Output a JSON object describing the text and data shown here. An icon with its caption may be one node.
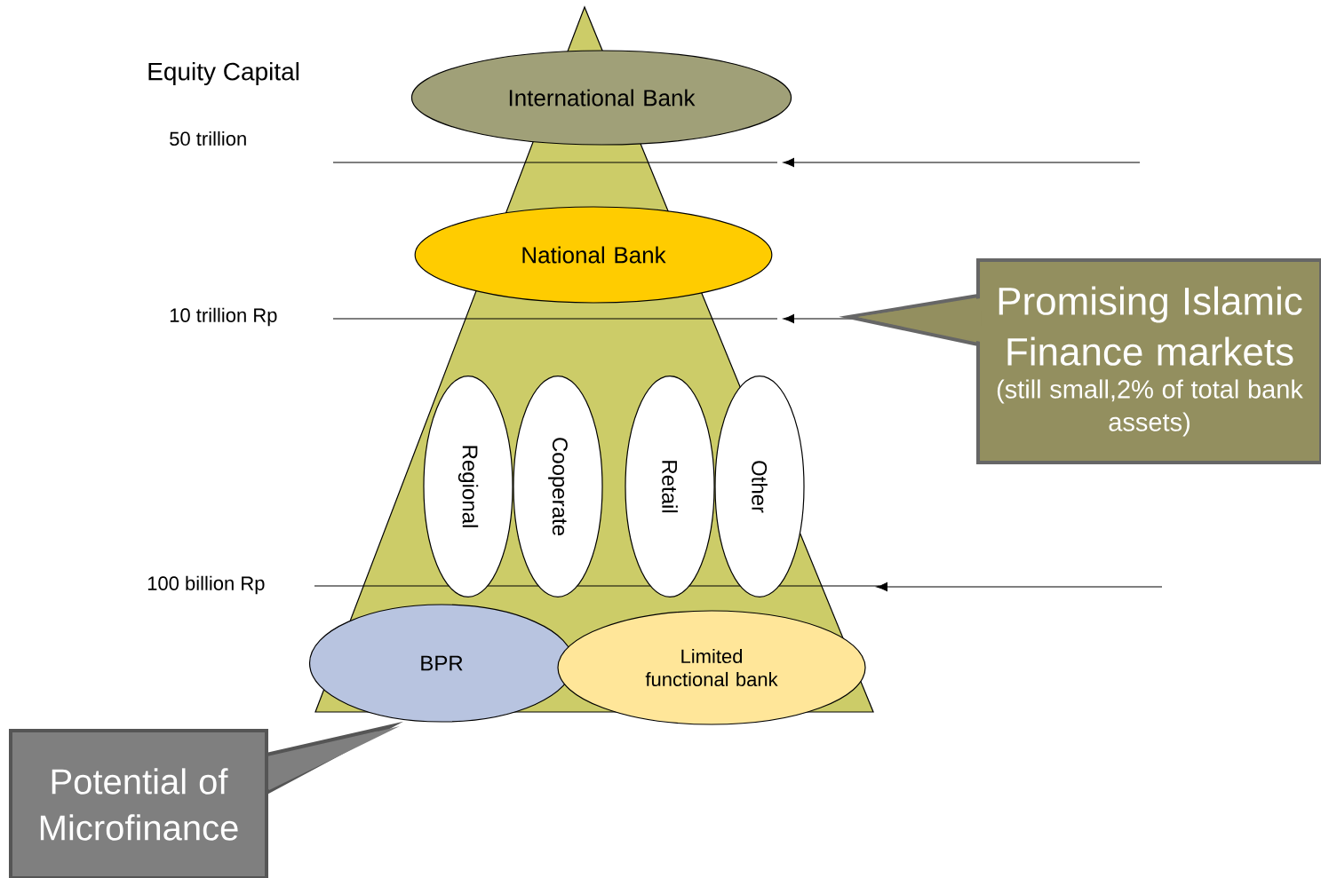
{
  "diagram": {
    "nodes": [
      {
        "text": [
          "International Bank"
        ]
      },
      {
        "text": [
          "National Bank"
        ]
      },
      {
        "text": [
          "Regional"
        ]
      },
      {
        "text": [
          "Cooperate"
        ]
      },
      {
        "text": [
          "Retail"
        ]
      },
      {
        "text": [
          "Other"
        ]
      },
      {
        "text": [
          "BPR"
        ]
      },
      {
        "text": [
          "Limited functional bank"
        ]
      },
      {
        "text": [
          "Promising Islamic Finance markets",
          "(still small,2% of total bank assets)"
        ]
      },
      {
        "text": [
          "Potential of Microfinance"
        ]
      }
    ],
    "labels": [
      "Equity Capital",
      "50 trillion",
      "10 trillion Rp",
      "100 billion Rp"
    ]
  }
}
